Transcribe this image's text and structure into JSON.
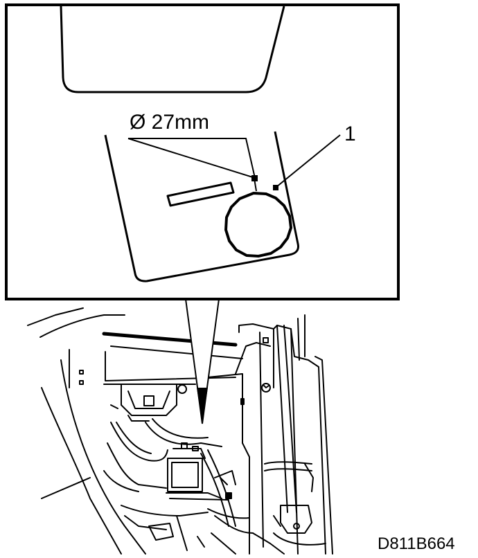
{
  "figure": {
    "diameter_label": "Ø 27mm",
    "callout_number": "1",
    "figure_code": "D811B664"
  }
}
